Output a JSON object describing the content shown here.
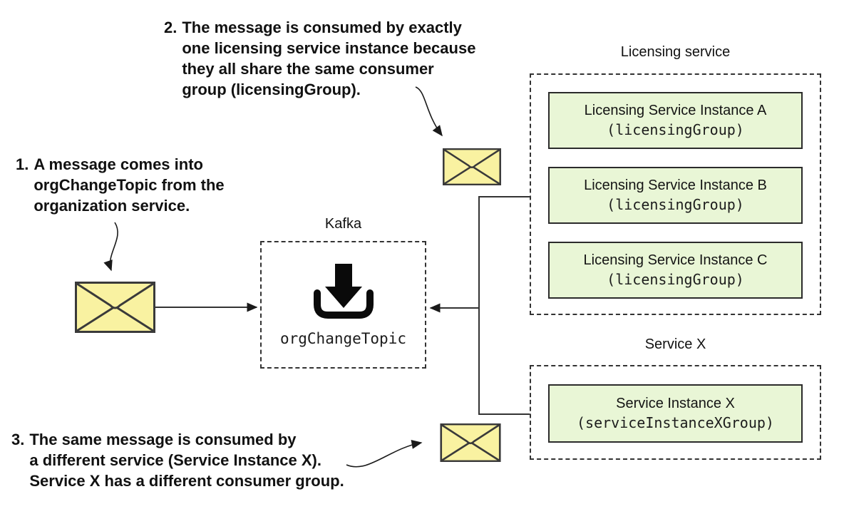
{
  "notes": {
    "n1": {
      "num": "1.",
      "lines": [
        "A message comes into",
        "orgChangeTopic from the",
        "organization service."
      ]
    },
    "n2": {
      "num": "2.",
      "lines": [
        "The message is consumed by exactly",
        "one licensing service instance because",
        "they all share the same consumer",
        "group (licensingGroup)."
      ]
    },
    "n3": {
      "num": "3.",
      "lines": [
        "The same message is consumed by",
        "a different service (Service Instance X).",
        "Service X has a different consumer group."
      ]
    }
  },
  "kafka": {
    "title": "Kafka",
    "topic": "orgChangeTopic"
  },
  "licensing": {
    "title": "Licensing service",
    "instances": [
      {
        "name": "Licensing Service Instance A",
        "group": "(licensingGroup)"
      },
      {
        "name": "Licensing Service Instance B",
        "group": "(licensingGroup)"
      },
      {
        "name": "Licensing Service Instance C",
        "group": "(licensingGroup)"
      }
    ]
  },
  "service_x": {
    "title": "Service X",
    "instance": {
      "name": "Service Instance X",
      "group": "(serviceInstanceXGroup)"
    }
  },
  "icons": {
    "envelope": "message-envelope-icon",
    "download": "topic-inbox-download-icon"
  },
  "colors": {
    "envelope_fill": "#F9F2A1",
    "envelope_stroke": "#3A3A3A",
    "instance_fill": "#E9F6D6",
    "instance_stroke": "#2B2B2B",
    "line": "#333333",
    "text": "#111111"
  }
}
